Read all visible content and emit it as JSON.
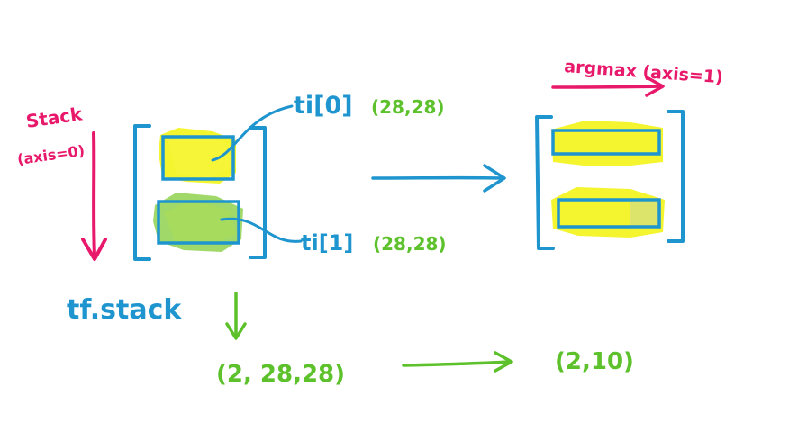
{
  "stack_label": "Stack",
  "stack_axis": "(axis=0)",
  "tensor_0": "ti[0]",
  "tensor_0_shape": "(28,28)",
  "tensor_1": "ti[1]",
  "tensor_1_shape": "(28,28)",
  "tf_stack": "tf.stack",
  "stacked_shape": "(2, 28,28)",
  "argmax_label": "argmax (axis=1)",
  "result_shape": "(2,10)",
  "colors": {
    "pink": "#e8196b",
    "blue": "#1f95cf",
    "green": "#5cc12a",
    "yellow": "#f2f20a",
    "leaf_green": "#8fd14f"
  }
}
